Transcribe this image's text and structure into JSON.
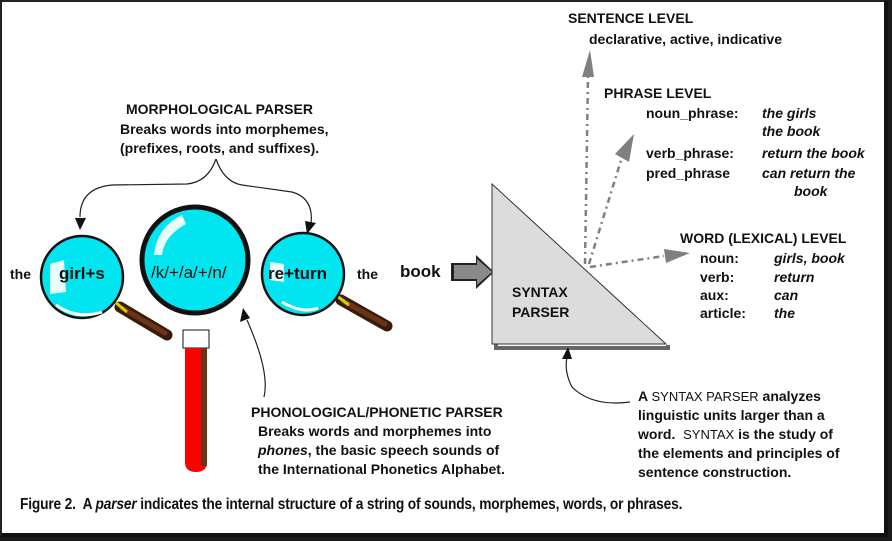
{
  "figure": {
    "caption": {
      "prefix": "Figure 2.  A ",
      "italic": "parser",
      "suffix": " indicates the internal structure of a string of sounds, morphemes, words, or phrases."
    },
    "sentence_words": {
      "w1": "the",
      "w2": "girl+s",
      "w3": "/k/+/a/+/n/",
      "w4": "re+turn",
      "w5": "the",
      "w6": "book"
    },
    "morphological": {
      "title": "MORPHOLOGICAL PARSER",
      "line1": "Breaks words into morphemes,",
      "line2": "(prefixes, roots, and suffixes)."
    },
    "phonological": {
      "title": "PHONOLOGICAL/PHONETIC PARSER",
      "line1": "Breaks words and morphemes into",
      "line2_italic": "phones",
      "line2_rest": ", the basic speech sounds of",
      "line3": "the International Phonetics Alphabet."
    },
    "syntax_parser": {
      "label_line1": "SYNTAX",
      "label_line2": "PARSER",
      "desc": {
        "l1_a": "A ",
        "l1_sc": "SYNTAX PARSER",
        "l1_b": " analyzes",
        "l2": "linguistic units larger than a",
        "l3_a": "word.  ",
        "l3_sc": "SYNTAX",
        "l3_b": " is the study of",
        "l4": "the elements and principles of",
        "l5": "sentence construction."
      }
    },
    "sentence_level": {
      "title": "SENTENCE LEVEL",
      "value": "declarative, active, indicative"
    },
    "phrase_level": {
      "title": "PHRASE LEVEL",
      "rows": [
        {
          "key": "noun_phrase:",
          "value": "the girls"
        },
        {
          "key": "",
          "value": "the book"
        },
        {
          "key": "verb_phrase:",
          "value": "return the book"
        },
        {
          "key": "pred_phrase",
          "value": "can return the"
        },
        {
          "key": "",
          "value": "book"
        }
      ]
    },
    "word_level": {
      "title": "WORD (LEXICAL) LEVEL",
      "rows": [
        {
          "key": "noun:",
          "value": "girls, book"
        },
        {
          "key": "verb:",
          "value": "return"
        },
        {
          "key": "aux:",
          "value": "can"
        },
        {
          "key": "article:",
          "value": "the"
        }
      ]
    },
    "colors": {
      "lens": "#00e5f0",
      "handle": "#5a2a12",
      "thermometer": "#ff0000",
      "triangle": "#dcdcdc",
      "dotted_arrows": "#808080"
    }
  }
}
